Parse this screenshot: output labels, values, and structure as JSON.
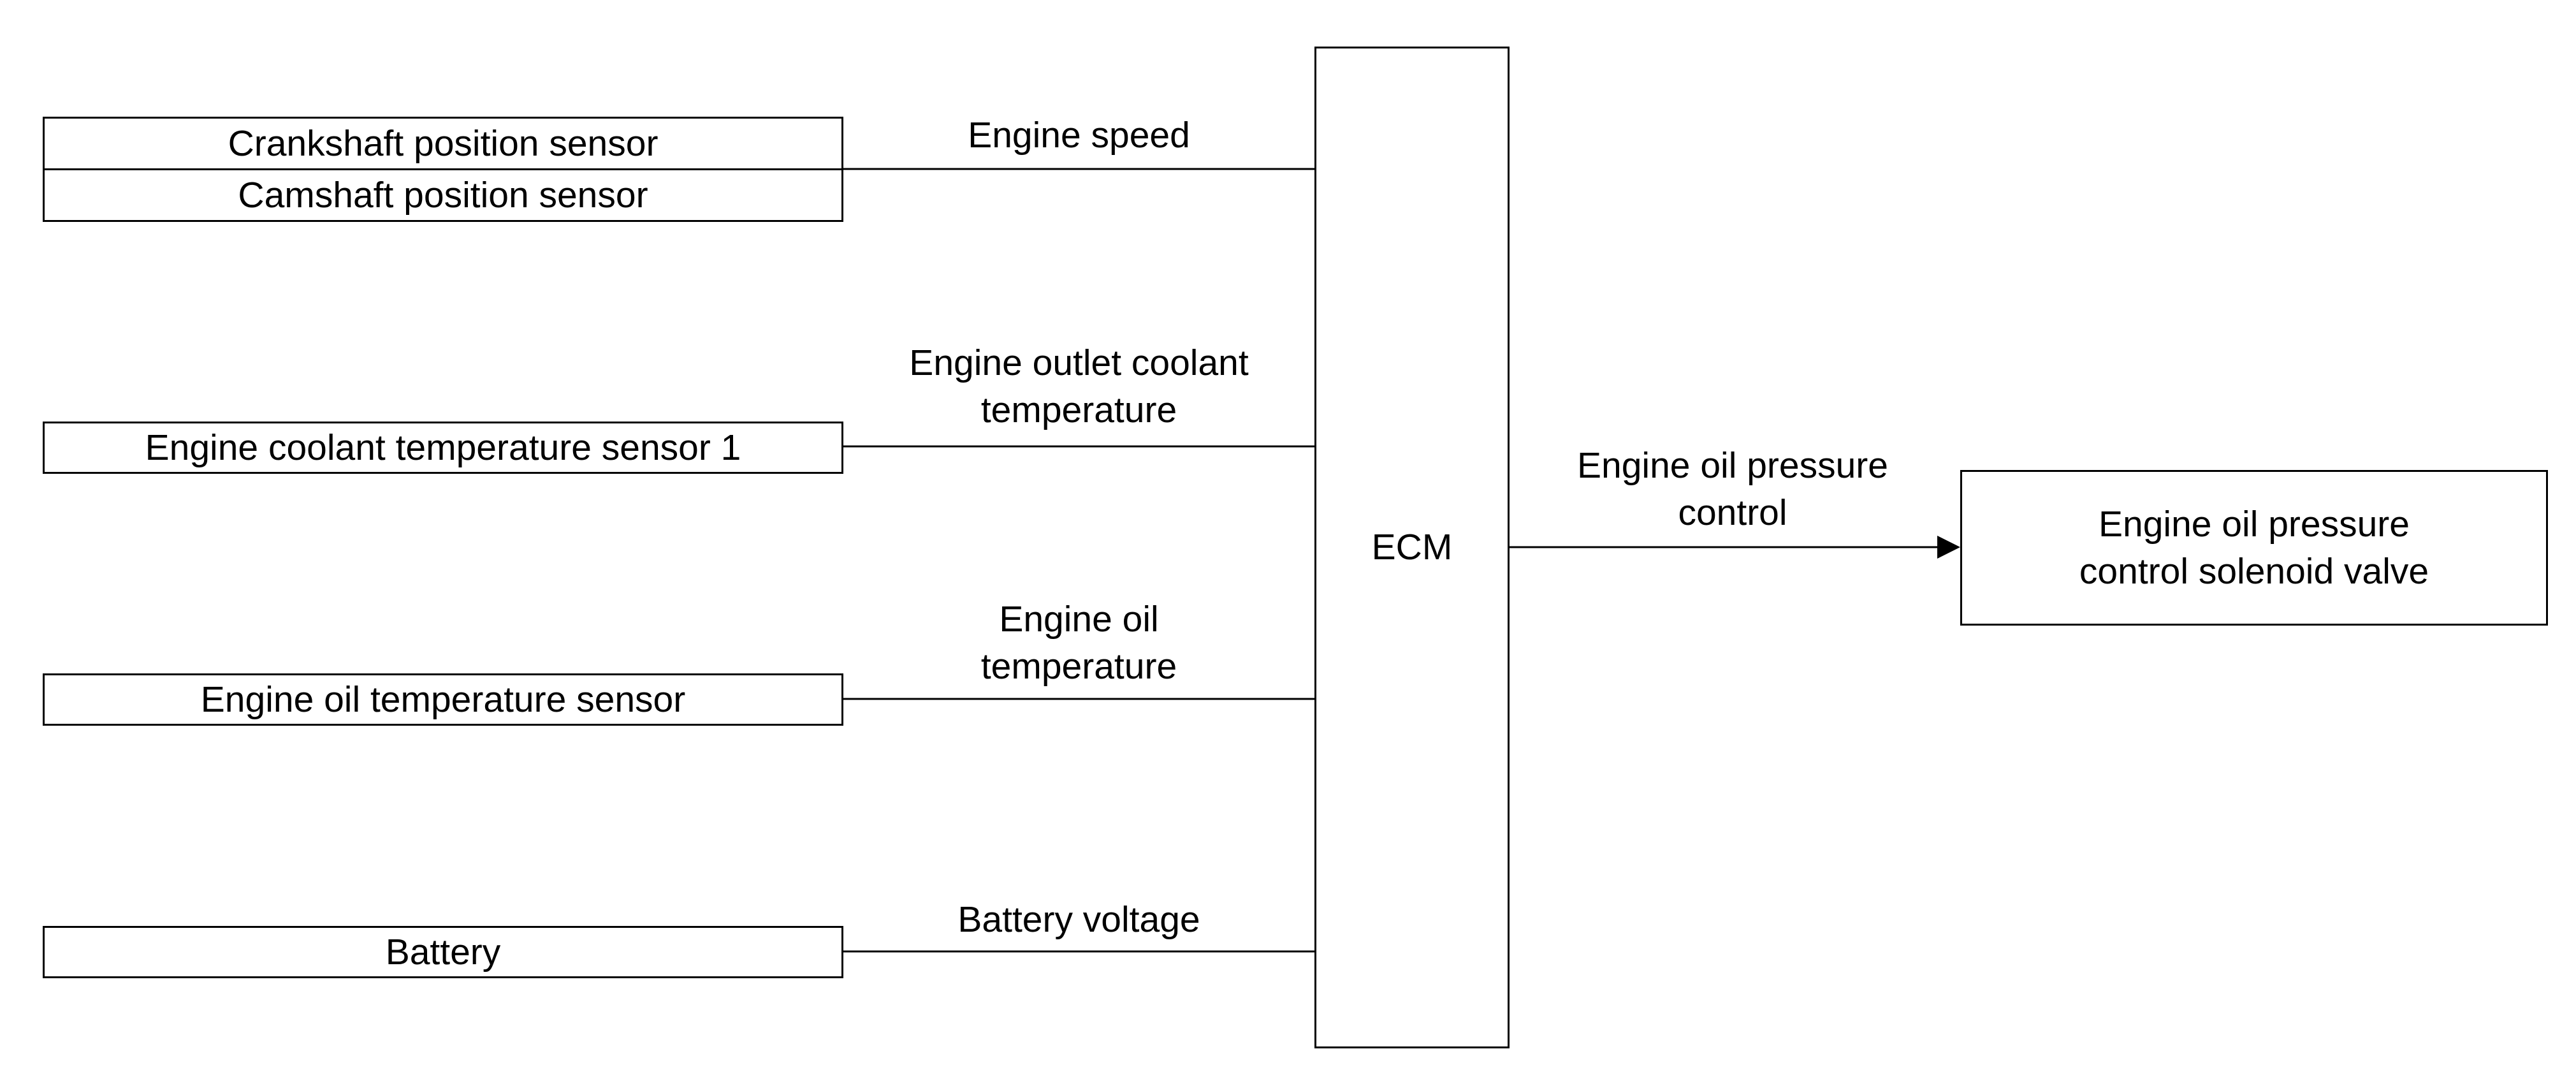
{
  "diagram": {
    "inputs": {
      "crankshaft_sensor": "Crankshaft position sensor",
      "camshaft_sensor": "Camshaft position sensor",
      "coolant_temp_sensor": "Engine coolant temperature sensor 1",
      "oil_temp_sensor": "Engine oil temperature sensor",
      "battery": "Battery"
    },
    "signals": {
      "engine_speed": "Engine speed",
      "coolant_temperature": "Engine outlet coolant\ntemperature",
      "oil_temperature": "Engine oil\ntemperature",
      "battery_voltage": "Battery voltage",
      "oil_pressure_control": "Engine oil pressure\ncontrol"
    },
    "controller": "ECM",
    "output": "Engine oil pressure\ncontrol solenoid valve"
  }
}
